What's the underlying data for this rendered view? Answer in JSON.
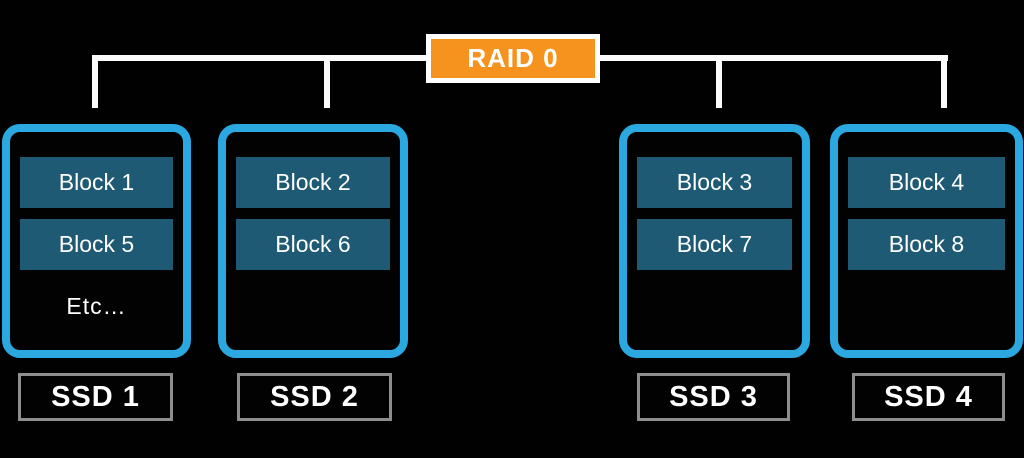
{
  "diagram": {
    "title": "RAID 0",
    "drives": [
      {
        "label": "SSD 1",
        "blocks": [
          "Block 1",
          "Block 5"
        ],
        "extra": "Etc…"
      },
      {
        "label": "SSD 2",
        "blocks": [
          "Block 2",
          "Block 6"
        ],
        "extra": ""
      },
      {
        "label": "SSD 3",
        "blocks": [
          "Block 3",
          "Block 7"
        ],
        "extra": ""
      },
      {
        "label": "SSD 4",
        "blocks": [
          "Block 4",
          "Block 8"
        ],
        "extra": ""
      }
    ],
    "colors": {
      "raid_accent": "#F6921E",
      "drive_border": "#2CA8E0",
      "block_fill": "#1E5A73",
      "label_border": "#8E8E8E",
      "connector": "#FFFFFF",
      "background": "#000000"
    }
  }
}
